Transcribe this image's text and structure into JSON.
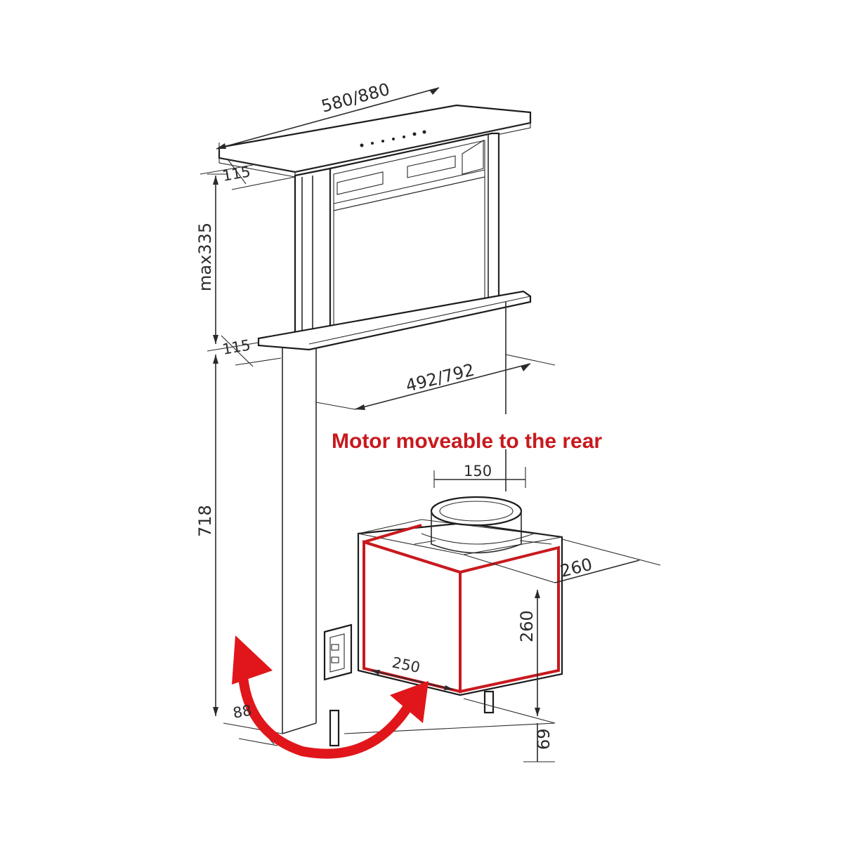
{
  "diagram": {
    "dimensions": {
      "width_top": "580/880",
      "glass_top": "115",
      "max_height": "max335",
      "glass_mid": "115",
      "body_width": "492/792",
      "outlet": "150",
      "motor_depth": "260",
      "motor_height": "260",
      "motor_width": "250",
      "total_height": "718",
      "foot_offset": "88",
      "motor_clearance": "69"
    },
    "note": "Motor moveable to the rear",
    "colors": {
      "line": "#2a2a2a",
      "highlight": "#c8191e",
      "arrow": "#e0161b"
    }
  }
}
